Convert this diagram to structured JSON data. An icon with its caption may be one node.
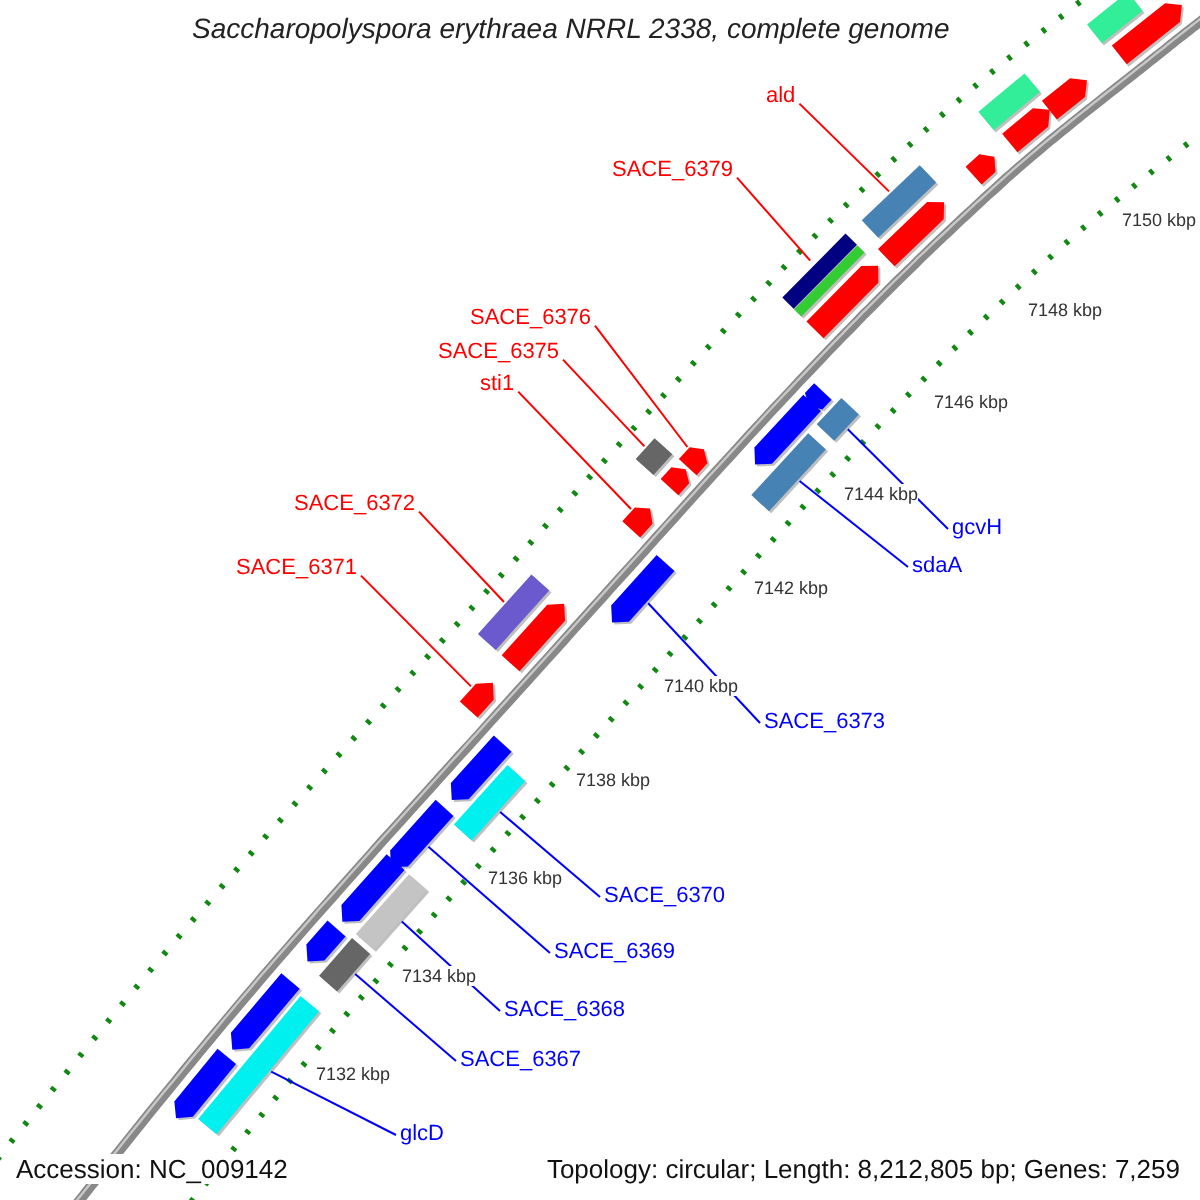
{
  "diagram": {
    "title": "Saccharopolyspora erythraea NRRL 2338, complete genome",
    "nodes": [
      {
        "text": [
          "ald"
        ]
      },
      {
        "text": [
          "SACE_6379"
        ]
      },
      {
        "text": [
          "SACE_6376"
        ]
      },
      {
        "text": [
          "SACE_6375"
        ]
      },
      {
        "text": [
          "sti1"
        ]
      },
      {
        "text": [
          "SACE_6372"
        ]
      },
      {
        "text": [
          "gcvH"
        ]
      },
      {
        "text": [
          "sdaA"
        ]
      },
      {
        "text": [
          "SACE_6371"
        ]
      },
      {
        "text": [
          "SACE_6373"
        ]
      },
      {
        "text": [
          "SACE_6370"
        ]
      },
      {
        "text": [
          "SACE_6369"
        ]
      },
      {
        "text": [
          "SACE_6368"
        ]
      },
      {
        "text": [
          "SACE_6367"
        ]
      },
      {
        "text": [
          "glcD"
        ]
      },
      {
        "text": [],
        "shape": "bar"
      },
      {
        "text": [],
        "shape": "bar"
      },
      {
        "text": [],
        "shape": "bar"
      },
      {
        "text": [],
        "shape": "bar"
      },
      {
        "text": [],
        "shape": "arrow"
      },
      {
        "text": [],
        "shape": "bar"
      },
      {
        "text": [],
        "shape": "arrow"
      },
      {
        "text": [],
        "shape": "arrow"
      },
      {
        "text": [],
        "shape": "bar"
      },
      {
        "text": [],
        "shape": "arrow"
      },
      {
        "text": [],
        "shape": "bar"
      },
      {
        "text": [],
        "shape": "arrow"
      },
      {
        "text": [],
        "shape": "bar"
      },
      {
        "text": [],
        "shape": "bar"
      },
      {
        "text": [],
        "shape": "bar"
      },
      {
        "text": [],
        "shape": "bar"
      },
      {
        "text": [],
        "shape": "bar"
      },
      {
        "text": [],
        "shape": "bar"
      },
      {
        "text": [],
        "shape": "arrow"
      },
      {
        "text": [],
        "shape": "arrow"
      },
      {
        "text": [],
        "shape": "arrow"
      },
      {
        "text": [],
        "shape": "arrow"
      },
      {
        "text": [],
        "shape": "arrow"
      },
      {
        "text": [],
        "shape": "arrow"
      },
      {
        "text": [],
        "shape": "arrow"
      },
      {
        "text": [],
        "shape": "arrow"
      },
      {
        "text": [],
        "shape": "arrow"
      },
      {
        "text": [],
        "shape": "arrow"
      },
      {
        "text": [],
        "shape": "arrow"
      },
      {
        "text": [],
        "shape": "arrow"
      },
      {
        "text": [],
        "shape": "arrow"
      },
      {
        "text": [],
        "shape": "arrow"
      },
      {
        "text": [],
        "shape": "arrow"
      }
    ],
    "edges": [
      {
        "from": 0,
        "to": 15,
        "arrow": "none",
        "color": "#ff0000"
      },
      {
        "from": 1,
        "to": 16,
        "arrow": "none",
        "color": "#ff0000"
      },
      {
        "from": 2,
        "to": 19,
        "arrow": "none",
        "color": "#ff0000"
      },
      {
        "from": 3,
        "to": 18,
        "arrow": "none",
        "color": "#ff0000"
      },
      {
        "from": 4,
        "to": 21,
        "arrow": "none",
        "color": "#ff0000"
      },
      {
        "from": 5,
        "to": 23,
        "arrow": "none",
        "color": "#ff0000"
      },
      {
        "from": 6,
        "to": 17,
        "arrow": "none"
      },
      {
        "from": 7,
        "to": 20,
        "arrow": "none"
      },
      {
        "from": 8,
        "to": 24,
        "arrow": "none",
        "color": "#ff0000"
      },
      {
        "from": 9,
        "to": 22,
        "arrow": "none"
      },
      {
        "from": 10,
        "to": 25,
        "arrow": "none"
      },
      {
        "from": 11,
        "to": 26,
        "arrow": "none"
      },
      {
        "from": 12,
        "to": 27,
        "arrow": "none"
      },
      {
        "from": 13,
        "to": 28,
        "arrow": "none"
      },
      {
        "from": 14,
        "to": 29,
        "arrow": "none"
      }
    ],
    "labels": [
      "7150 kbp",
      "7148 kbp",
      "7146 kbp",
      "7144 kbp",
      "7142 kbp",
      "7140 kbp",
      "7138 kbp",
      "7136 kbp",
      "7134 kbp",
      "7132 kbp",
      "Accession: NC_009142",
      "Topology: circular; Length: 8,212,805 bp; Genes: 7,259"
    ]
  }
}
